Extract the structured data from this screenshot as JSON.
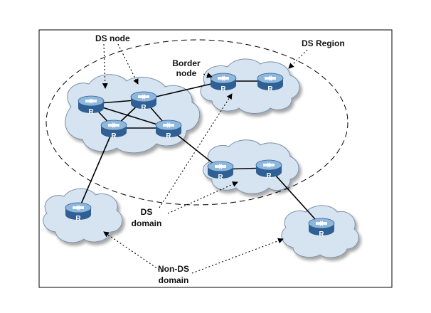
{
  "labels": {
    "ds_node": "DS node",
    "border_node": [
      "Border",
      "node"
    ],
    "ds_region": "DS Region",
    "ds_domain": [
      "DS",
      "domain"
    ],
    "non_ds_domain": [
      "Non-DS",
      "domain"
    ]
  },
  "router_letter": "R",
  "colors": {
    "cloud_fill": "#d6e4f2",
    "cloud_stroke": "#7b8fa6",
    "router_top": "#8fb7dc",
    "router_side": "#2f5f93",
    "line": "#000000"
  }
}
